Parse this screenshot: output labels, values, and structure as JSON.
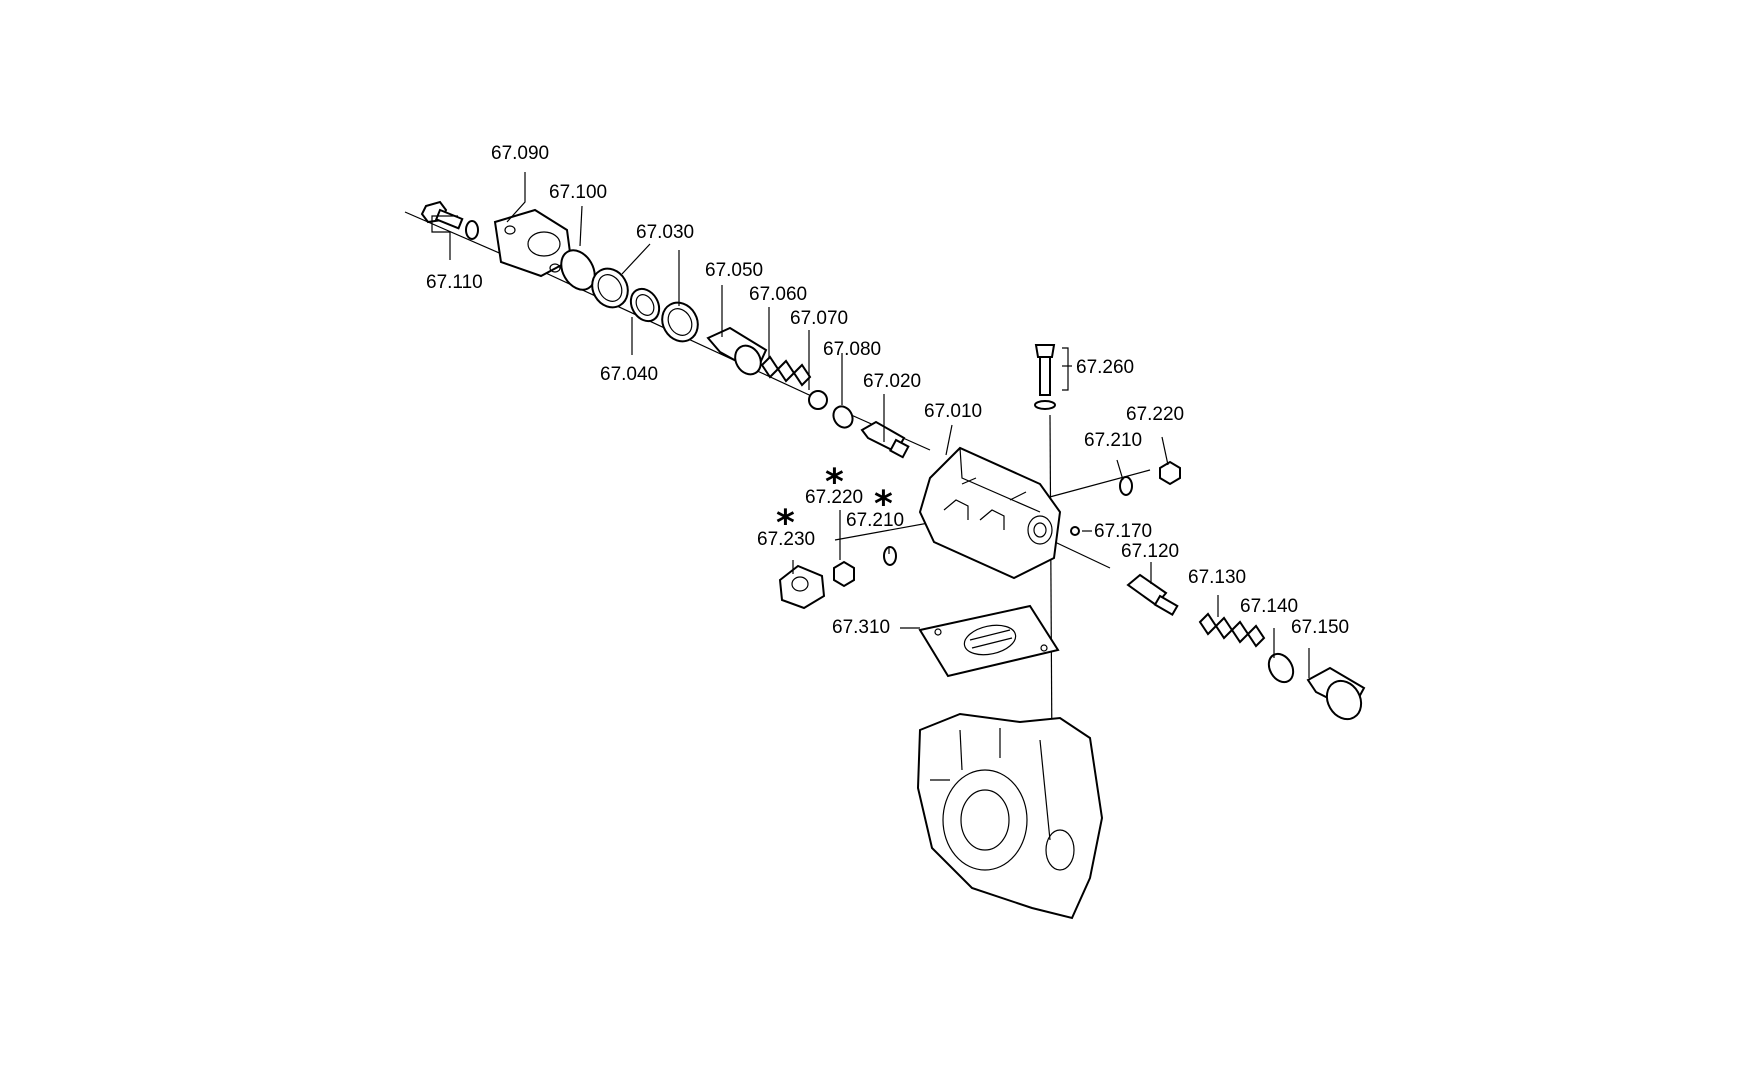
{
  "colors": {
    "background": "#ffffff",
    "line": "#000000"
  },
  "labels": {
    "p090": "67.090",
    "p100": "67.100",
    "p110": "67.110",
    "p030": "67.030",
    "p040": "67.040",
    "p050": "67.050",
    "p060": "67.060",
    "p070": "67.070",
    "p080": "67.080",
    "p020": "67.020",
    "p010": "67.010",
    "p260": "67.260",
    "p220_right": "67.220",
    "p210_right": "67.210",
    "p170": "67.170",
    "p120": "67.120",
    "p130": "67.130",
    "p140": "67.140",
    "p150": "67.150",
    "p220_left": "67.220",
    "p210_left": "67.210",
    "p230": "67.230",
    "p310": "67.310"
  },
  "markers": {
    "asterisk": "*"
  }
}
